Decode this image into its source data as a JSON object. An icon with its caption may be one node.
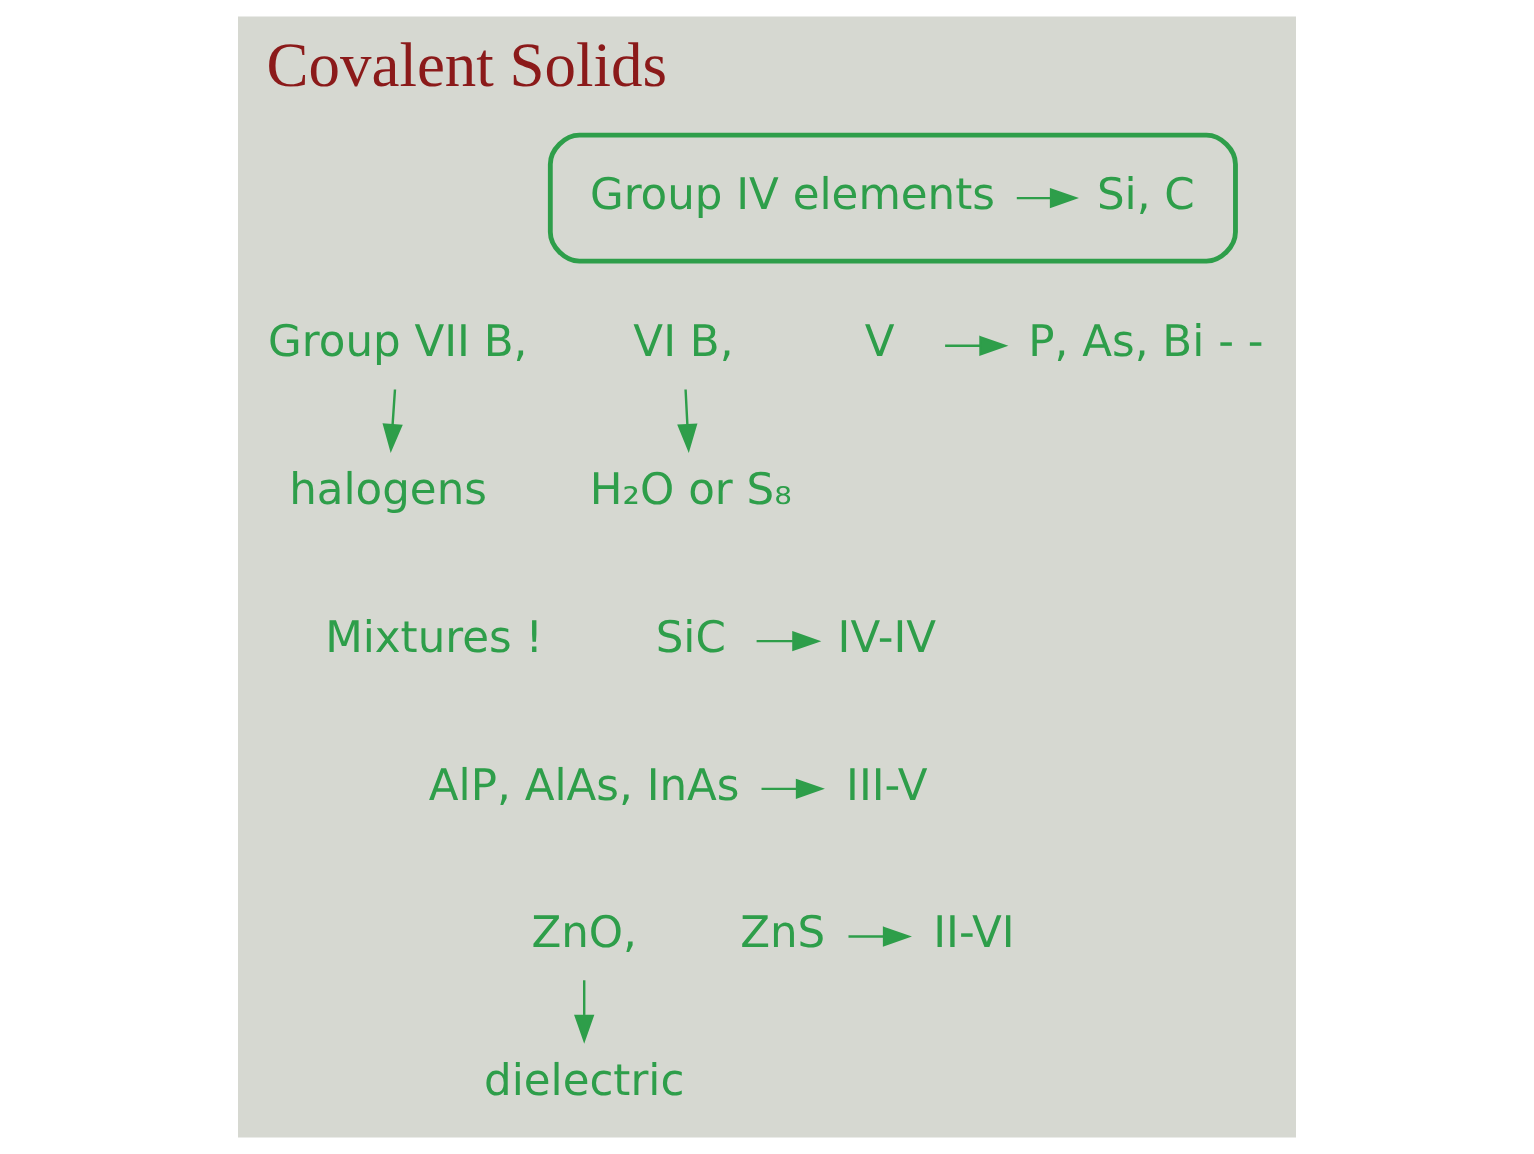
{
  "diagram": {
    "title": "Covalent Solids",
    "nodes": [
      {
        "text": [],
        "shape": "ellipse"
      },
      {
        "text": [
          "Group IV elements"
        ],
        "in": 0
      },
      {
        "text": [
          "Si, C"
        ],
        "in": 0
      },
      {
        "text": [
          "Group VII B,"
        ]
      },
      {
        "text": [
          "VI B,"
        ]
      },
      {
        "text": [
          "V"
        ]
      },
      {
        "text": [
          "P, As, Bi - -"
        ]
      },
      {
        "text": [
          "halogens"
        ]
      },
      {
        "text": [
          "H₂O or S₈"
        ]
      },
      {
        "text": [
          "SiC"
        ]
      },
      {
        "text": [
          "IV-IV"
        ]
      },
      {
        "text": [
          "AlP, AlAs, InAs"
        ]
      },
      {
        "text": [
          "III-V"
        ]
      },
      {
        "text": [
          "ZnO,"
        ]
      },
      {
        "text": [
          "ZnS"
        ]
      },
      {
        "text": [
          "II-VI"
        ]
      },
      {
        "text": [
          "dielectric"
        ]
      }
    ],
    "edges": [
      {
        "from": 1,
        "to": 2,
        "arrow": "to"
      },
      {
        "from": 3,
        "to": 7,
        "arrow": "to"
      },
      {
        "from": 4,
        "to": 8,
        "arrow": "to"
      },
      {
        "from": 5,
        "to": 6,
        "arrow": "to"
      },
      {
        "from": 9,
        "to": 10,
        "arrow": "to"
      },
      {
        "from": 11,
        "to": 12,
        "arrow": "to"
      },
      {
        "from": 14,
        "to": 15,
        "arrow": "to"
      },
      {
        "from": 13,
        "to": 16,
        "arrow": "to"
      }
    ],
    "labels": [
      "Mixtures !"
    ]
  }
}
